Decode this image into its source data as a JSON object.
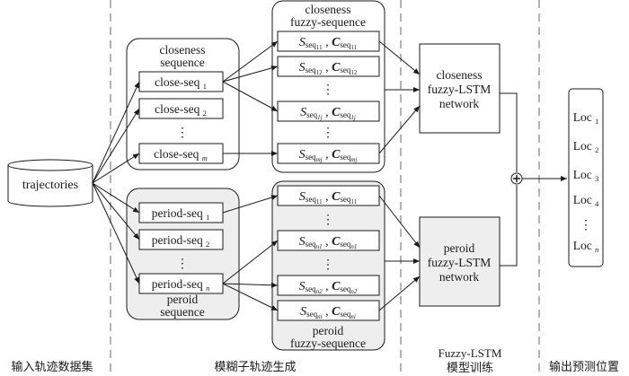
{
  "stages": [
    {
      "label": "输入轨迹数据集"
    },
    {
      "label": "模糊子轨迹生成"
    },
    {
      "label_line1": "Fuzzy-LSTM",
      "label_line2": "模型训练"
    },
    {
      "label": "输出预测位置"
    }
  ],
  "input": {
    "label": "trajectories"
  },
  "closeness_sequence": {
    "title_line1": "closeness",
    "title_line2": "sequence",
    "items": [
      {
        "base": "close-seq",
        "sub": "1"
      },
      {
        "base": "close-seq",
        "sub": "2"
      },
      {
        "base": "close-seq",
        "sub": "m"
      }
    ],
    "ellipsis": "⋮"
  },
  "period_sequence": {
    "title_line1": "peroid",
    "title_line2": "sequence",
    "items": [
      {
        "base": "period-seq",
        "sub": "1"
      },
      {
        "base": "period-seq",
        "sub": "2"
      },
      {
        "base": "period-seq",
        "sub": "n"
      }
    ],
    "ellipsis": "⋮"
  },
  "closeness_fuzzy": {
    "title_line1": "closeness",
    "title_line2": "fuzzy-sequence",
    "items": [
      {
        "s": "S",
        "c": "C",
        "seq": "seq",
        "sub": "11"
      },
      {
        "s": "S",
        "c": "C",
        "seq": "seq",
        "sub": "12"
      },
      {
        "s": "S",
        "c": "C",
        "seq": "seq",
        "sub": "1j"
      },
      {
        "s": "S",
        "c": "C",
        "seq": "seq",
        "sub": "mj"
      }
    ],
    "ellipsis": "⋮"
  },
  "period_fuzzy": {
    "title_line1": "peroid",
    "title_line2": "fuzzy-sequence",
    "items": [
      {
        "s": "S",
        "c": "C",
        "seq": "seq",
        "sub": "11"
      },
      {
        "s": "S",
        "c": "C",
        "seq": "seq",
        "sub": "n1"
      },
      {
        "s": "S",
        "c": "C",
        "seq": "seq",
        "sub": "n2"
      },
      {
        "s": "S",
        "c": "C",
        "seq": "seq",
        "sub": "ni"
      }
    ],
    "ellipsis": "⋮"
  },
  "closeness_network": {
    "line1": "closeness",
    "line2": "fuzzy-LSTM",
    "line3": "network"
  },
  "period_network": {
    "line1": "peroid",
    "line2": "fuzzy-LSTM",
    "line3": "network"
  },
  "combine": {
    "symbol": "+"
  },
  "output": {
    "items": [
      {
        "base": "Loc",
        "sub": "1"
      },
      {
        "base": "Loc",
        "sub": "2"
      },
      {
        "base": "Loc",
        "sub": "3"
      },
      {
        "base": "Loc",
        "sub": "4"
      },
      {
        "base": "Loc",
        "sub": "n"
      }
    ],
    "ellipsis": "⋮"
  },
  "colors": {
    "stroke": "#1a1a1a",
    "shaded": "#eeeeee",
    "divider": "#9a9a9a"
  }
}
